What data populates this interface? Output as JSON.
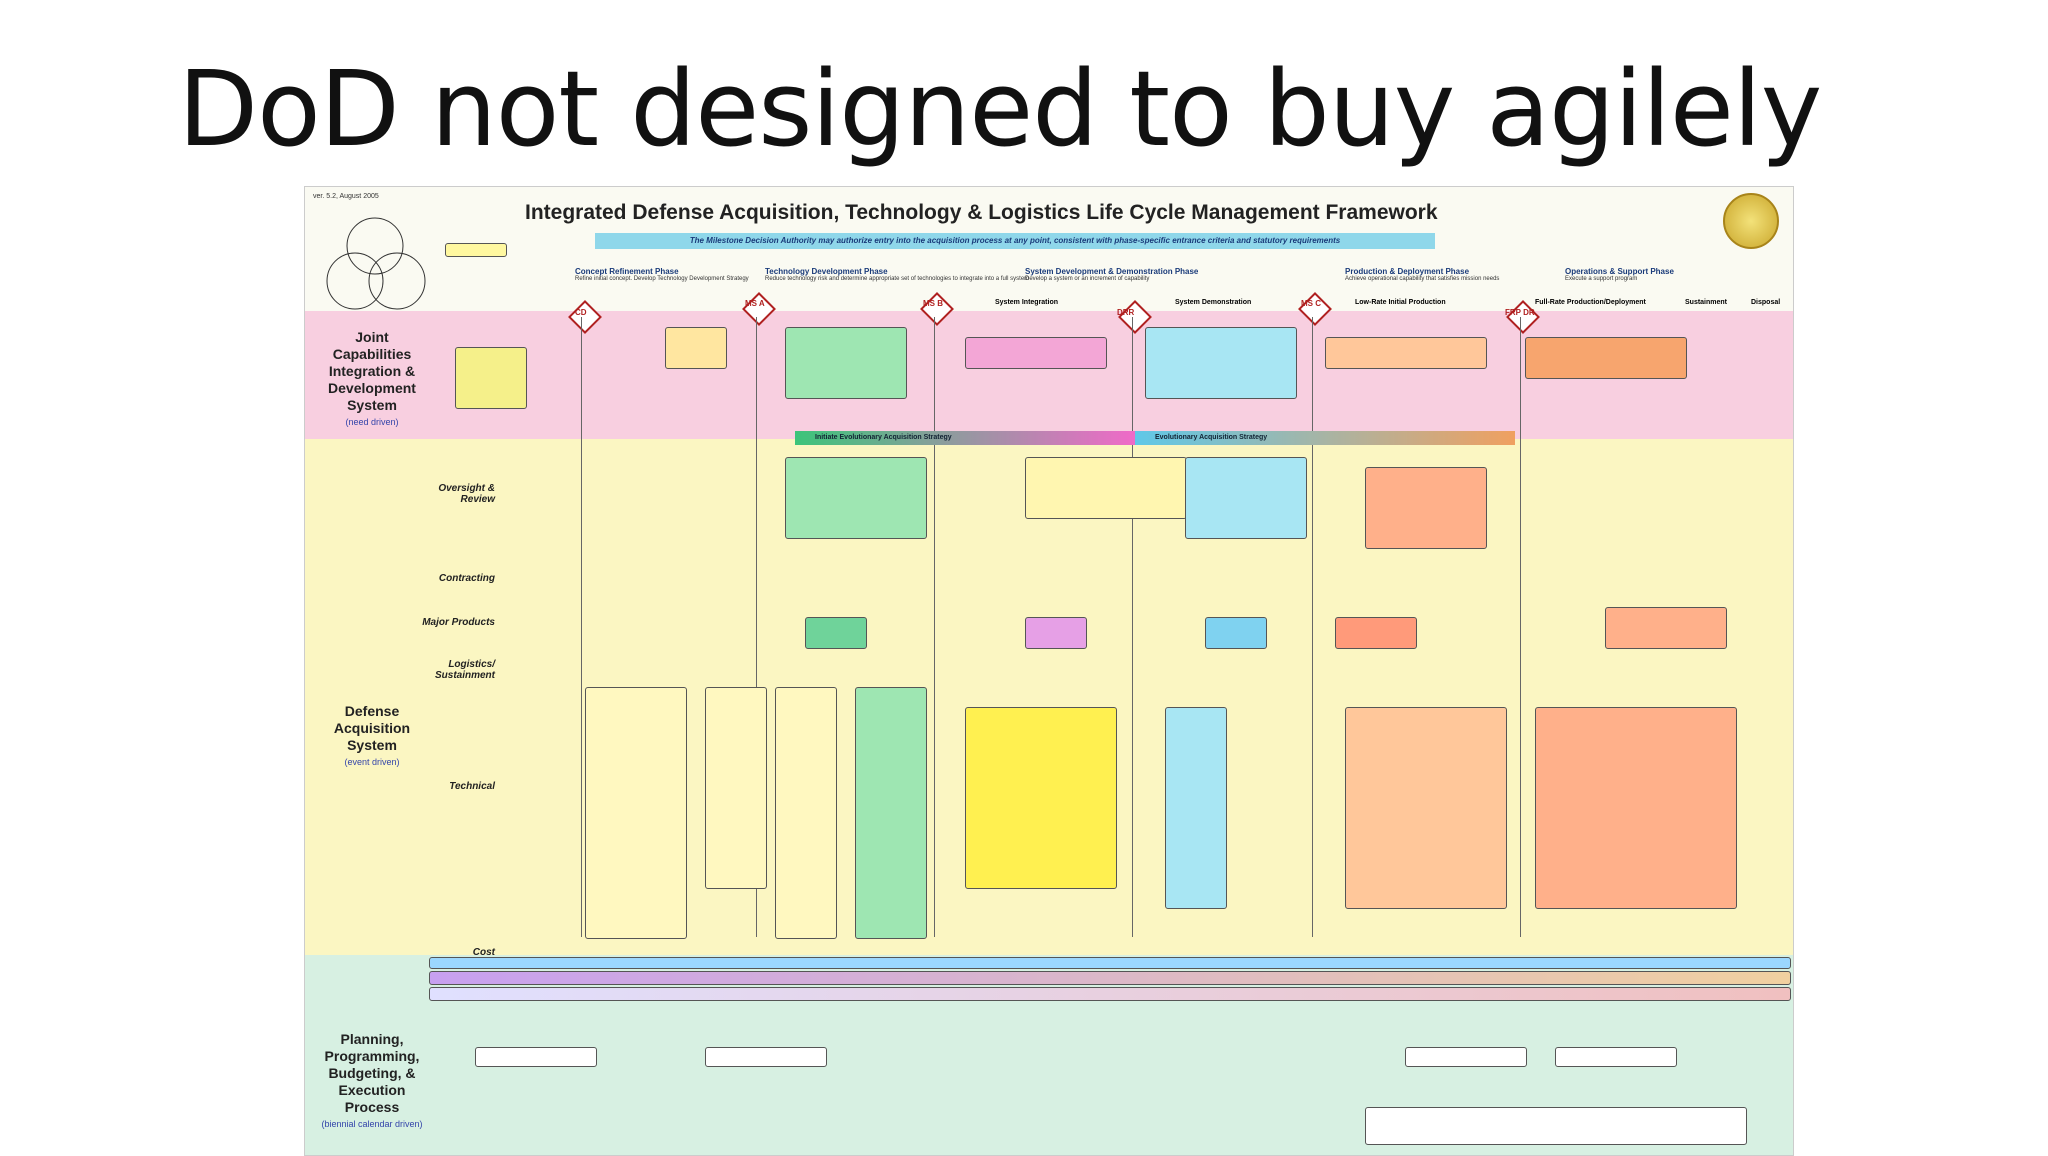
{
  "slide": {
    "title": "DoD not designed to buy agilely"
  },
  "chart": {
    "version": "ver. 5.2, August 2005",
    "title": "Integrated Defense Acquisition, Technology & Logistics Life Cycle Management Framework",
    "milestone_note": "The Milestone Decision Authority may authorize entry into the acquisition process at any point, consistent with phase-specific entrance criteria and statutory requirements",
    "phases": [
      {
        "label": "Concept Refinement Phase",
        "sub": "Refine initial concept. Develop Technology Development Strategy"
      },
      {
        "label": "Technology Development Phase",
        "sub": "Reduce technology risk and determine appropriate set of technologies to integrate into a full system"
      },
      {
        "label": "System Development & Demonstration Phase",
        "sub": "Develop a system or an increment of capability"
      },
      {
        "label": "Production & Deployment Phase",
        "sub": "Achieve operational capability that satisfies mission needs"
      },
      {
        "label": "Operations & Support Phase",
        "sub": "Execute a support program"
      }
    ],
    "milestones": [
      "CD",
      "MS A",
      "MS B",
      "DRR",
      "MS C",
      "FRP DR"
    ],
    "subphases": [
      "System Integration",
      "System Demonstration",
      "Low-Rate Initial Production",
      "Full-Rate Production/Deployment",
      "Sustainment",
      "Disposal"
    ],
    "bands": {
      "jcids": {
        "label": "Joint Capabilities Integration & Development System",
        "sub": "(need driven)"
      },
      "das": {
        "label": "Defense Acquisition System",
        "sub": "(event driven)"
      },
      "ppbe": {
        "label": "Planning, Programming, Budgeting, & Execution Process",
        "sub": "(biennial calendar driven)"
      }
    },
    "rows": [
      "Oversight & Review",
      "Contracting",
      "Major Products",
      "Logistics/ Sustainment",
      "Technical",
      "Cost"
    ],
    "strategy_arrows": [
      "Initiate Evolutionary Acquisition Strategy",
      "Evolutionary Acquisition Strategy"
    ]
  }
}
